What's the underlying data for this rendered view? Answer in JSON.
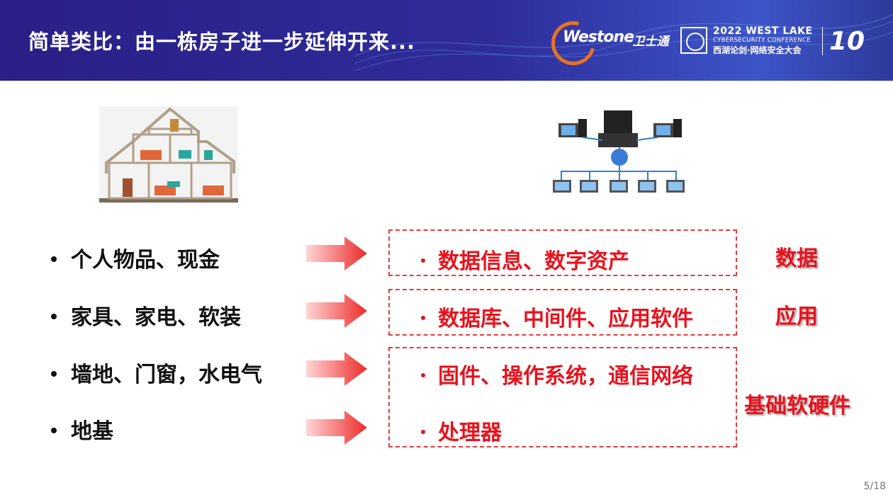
{
  "slide": {
    "title": "简单类比：由一栋房子进一步延伸开来...",
    "page": "5/18"
  },
  "logos": {
    "brand": "Westone",
    "brand_cn": "·卫士通",
    "conference_line1": "2022 WEST LAKE",
    "conference_line2": "CYBERSECURITY CONFERENCE",
    "conference_line3": "西湖论剑·网络安全大会",
    "anniversary": "10"
  },
  "left_items": [
    {
      "label": "个人物品、现金"
    },
    {
      "label": "家具、家电、软装"
    },
    {
      "label": "墙地、门窗，水电气"
    },
    {
      "label": "地基"
    }
  ],
  "right_items": [
    {
      "label": "数据信息、数字资产"
    },
    {
      "label": "数据库、中间件、应用软件"
    },
    {
      "label": "固件、操作系统，通信网络"
    },
    {
      "label": "处理器"
    }
  ],
  "categories": [
    {
      "label": "数据"
    },
    {
      "label": "应用"
    },
    {
      "label": "基础软硬件"
    }
  ],
  "colors": {
    "accent_red": "#e8121d",
    "header_blue": "#2a1f86",
    "arrow_red": "#ee2a2a"
  },
  "icons": {
    "house": "house-illustration",
    "network": "network-diagram-illustration"
  }
}
